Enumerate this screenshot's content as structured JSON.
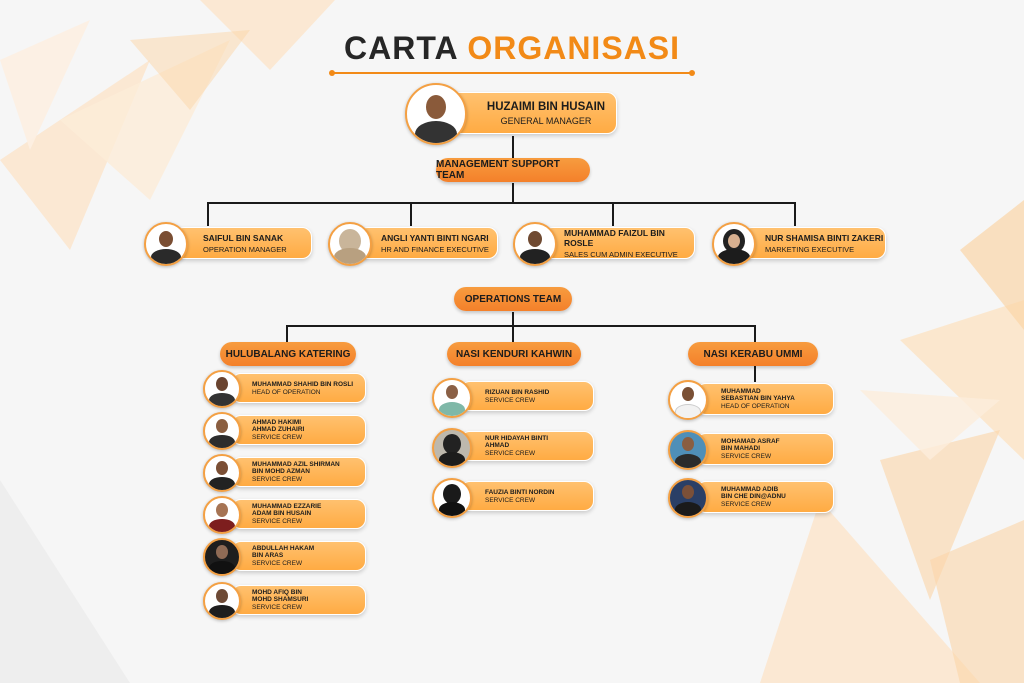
{
  "title": {
    "word1": "CARTA",
    "word2": "ORGANISASI"
  },
  "gm": {
    "name": "HUZAIMI BIN HUSAIN",
    "role": "GENERAL MANAGER",
    "icon": "person-photo"
  },
  "management": {
    "label": "MANAGEMENT SUPPORT TEAM",
    "members": [
      {
        "name": "SAIFUL BIN SANAK",
        "role": "OPERATION MANAGER"
      },
      {
        "name": "ANGLI YANTI BINTI NGARI",
        "role": "HR AND FINANCE EXECUTIVE"
      },
      {
        "name": "MUHAMMAD FAIZUL BIN ROSLE",
        "role": "SALES CUM ADMIN EXECUTIVE"
      },
      {
        "name": "NUR SHAMISA BINTI ZAKERI",
        "role": "MARKETING EXECUTIVE"
      }
    ]
  },
  "operations": {
    "label": "OPERATIONS TEAM",
    "teams": [
      {
        "label": "HULUBALANG KATERING",
        "members": [
          {
            "name": "MUHAMMAD SHAHID BIN ROSLI",
            "role": "HEAD OF OPERATION"
          },
          {
            "name": "AHMAD HAKIMI\nAHMAD ZUHAIRI",
            "role": "SERVICE CREW"
          },
          {
            "name": "MUHAMMAD AZIL SHIRMAN\nBIN MOHD AZMAN",
            "role": "SERVICE CREW"
          },
          {
            "name": "MUHAMMAD EZZARIE\nADAM BIN HUSAIN",
            "role": "SERVICE CREW"
          },
          {
            "name": "ABDULLAH HAKAM\nBIN ARAS",
            "role": "SERVICE CREW"
          },
          {
            "name": "MOHD AFIQ BIN\nMOHD SHAMSURI",
            "role": "SERVICE CREW"
          }
        ]
      },
      {
        "label": "NASI KENDURI KAHWIN",
        "members": [
          {
            "name": "RIZUAN BIN RASHID",
            "role": "SERVICE CREW"
          },
          {
            "name": "NUR HIDAYAH BINTI\nAHMAD",
            "role": "SERVICE CREW"
          },
          {
            "name": "FAUZIA BINTI NORDIN",
            "role": "SERVICE CREW"
          }
        ]
      },
      {
        "label": "NASI KERABU UMMI",
        "members": [
          {
            "name": "MUHAMMAD\nSEBASTIAN BIN YAHYA",
            "role": "HEAD OF OPERATION"
          },
          {
            "name": "MOHAMAD ASRAF\nBIN MAHADI",
            "role": "SERVICE CREW"
          },
          {
            "name": "MUHAMMAD ADIB\nBIN CHE DIN@ADNU",
            "role": "SERVICE CREW"
          }
        ]
      }
    ]
  },
  "colors": {
    "accent": "#f28a17",
    "card": "#ffb24f",
    "pill": "#f5862f",
    "text": "#1c1c1c"
  }
}
